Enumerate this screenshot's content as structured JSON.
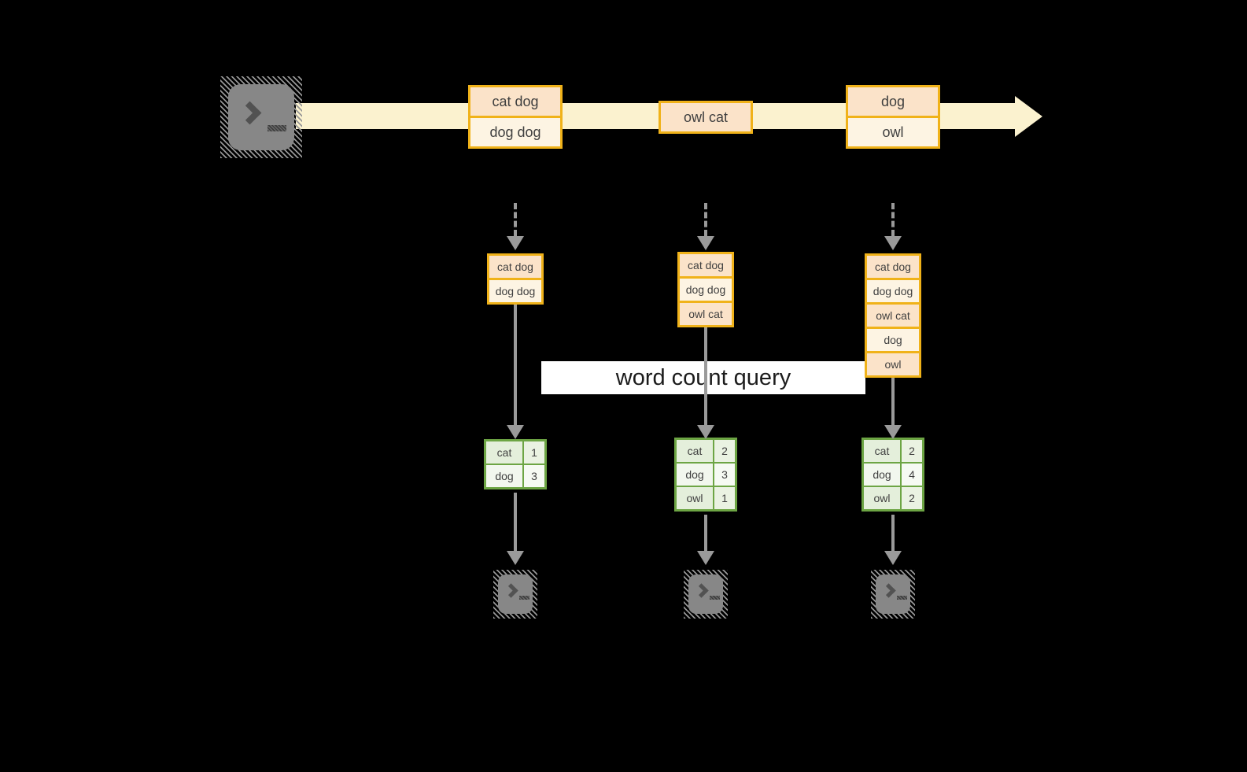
{
  "diagram": {
    "query_label": "word count query",
    "stream_events": [
      {
        "rows": [
          "cat dog",
          "dog dog"
        ]
      },
      {
        "rows": [
          "owl cat"
        ]
      },
      {
        "rows": [
          "dog",
          "owl"
        ]
      }
    ],
    "state_stacks": [
      {
        "rows": [
          "cat dog",
          "dog dog"
        ]
      },
      {
        "rows": [
          "cat dog",
          "dog dog",
          "owl cat"
        ]
      },
      {
        "rows": [
          "cat dog",
          "dog dog",
          "owl cat",
          "dog",
          "owl"
        ]
      }
    ],
    "count_tables": [
      {
        "rows": [
          {
            "word": "cat",
            "count": "1"
          },
          {
            "word": "dog",
            "count": "3"
          }
        ]
      },
      {
        "rows": [
          {
            "word": "cat",
            "count": "2"
          },
          {
            "word": "dog",
            "count": "3"
          },
          {
            "word": "owl",
            "count": "1"
          }
        ]
      },
      {
        "rows": [
          {
            "word": "cat",
            "count": "2"
          },
          {
            "word": "dog",
            "count": "4"
          },
          {
            "word": "owl",
            "count": "2"
          }
        ]
      }
    ],
    "colors": {
      "background": "#000000",
      "stream_band": "#fbf2cf",
      "event_border": "#f0b219",
      "event_fill_dark": "#fbe3c9",
      "event_fill_light": "#fdf4e3",
      "connector_gray": "#9a9a9a",
      "table_border_green": "#6da544",
      "table_fill_dark": "#e4efdb",
      "table_fill_light": "#f2f7ee",
      "label_background": "#ffffff"
    }
  }
}
